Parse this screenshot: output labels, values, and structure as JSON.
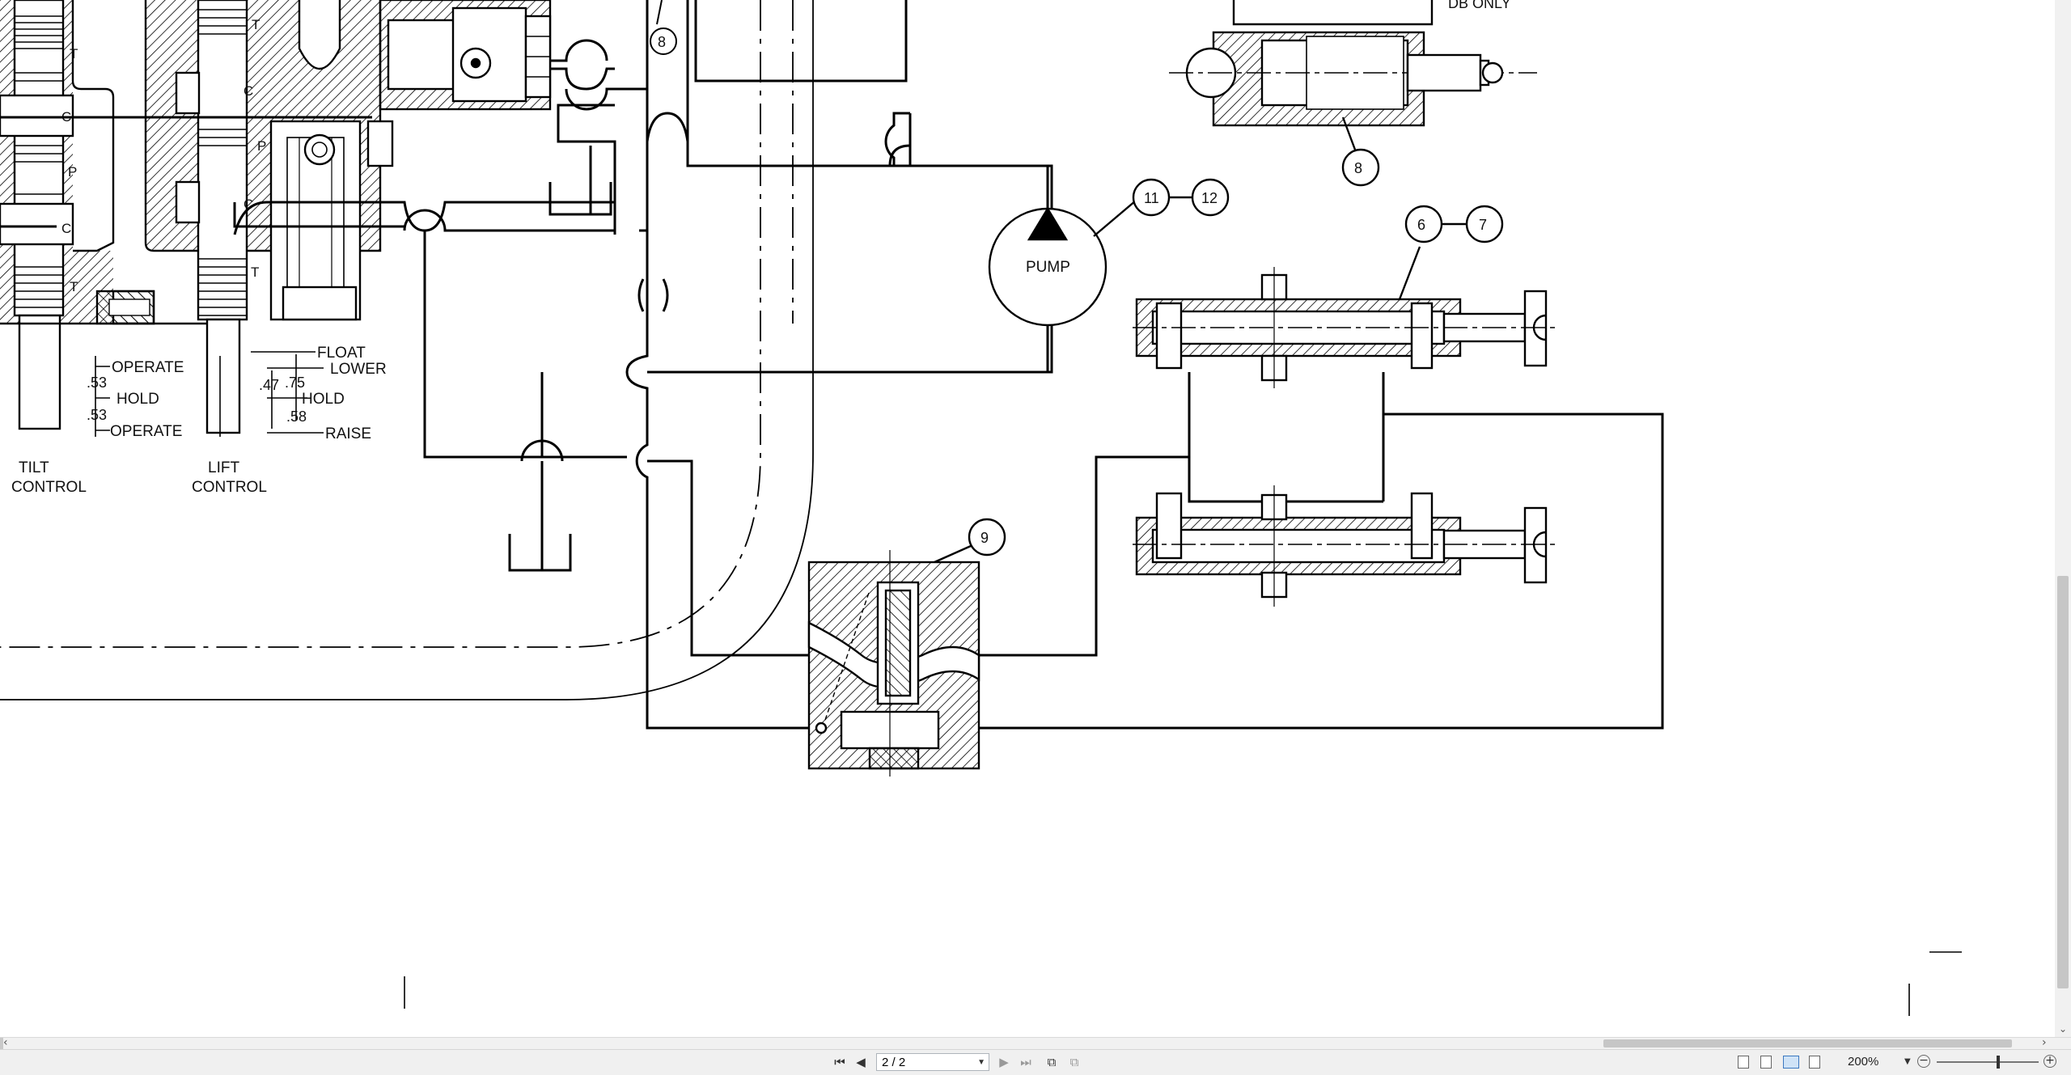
{
  "drawing": {
    "tilt_control": [
      "TILT",
      "CONTROL"
    ],
    "lift_control": [
      "LIFT",
      "CONTROL"
    ],
    "tilt_positions": [
      "OPERATE",
      "HOLD",
      "OPERATE"
    ],
    "tilt_dims": [
      ".53",
      ".53"
    ],
    "lift_positions": [
      "FLOAT",
      "LOWER",
      "HOLD",
      "RAISE"
    ],
    "lift_dims": [
      ".47",
      ".75",
      ".58"
    ],
    "pump_label": "PUMP",
    "callouts": [
      "8",
      "11",
      "12",
      "6",
      "7",
      "9",
      "8"
    ],
    "ports_tilt": [
      "T",
      "C",
      "P",
      "C",
      "T"
    ],
    "ports_lift": [
      "T",
      "C",
      "P",
      "C",
      "T"
    ],
    "top_note": "DB ONLY"
  },
  "scrollbars": {
    "left_arrow": "‹",
    "right_arrow": "›",
    "down_arrow": "⌄"
  },
  "statusbar": {
    "first_page": "⏮",
    "prev_page": "◀",
    "page_display": "2 / 2",
    "next_page": "▶",
    "last_page": "⏭",
    "zoom_value": "200%",
    "zoom_minus": "−",
    "zoom_plus": "+"
  }
}
